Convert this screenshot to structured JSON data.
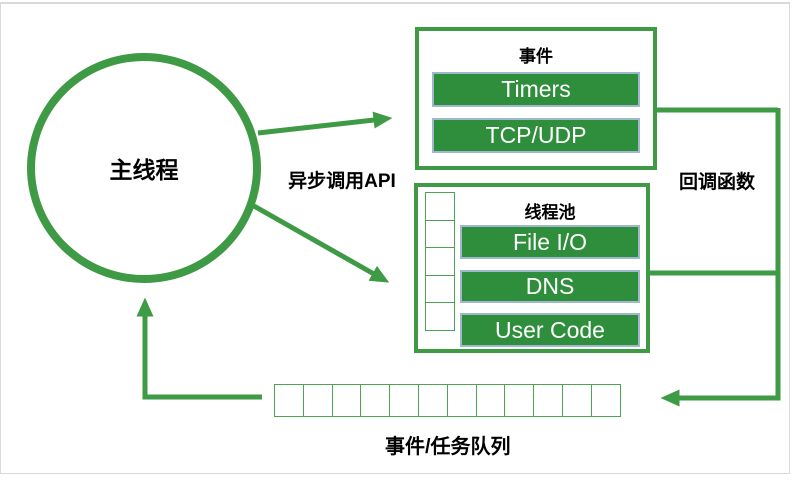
{
  "colors": {
    "line_green": "#3E9A44",
    "bar_green": "#2F8E3B",
    "bar_border": "#9FB8CC",
    "cell_border": "#4DA353",
    "frame_gray": "#D9D9D9",
    "text_black": "#000000",
    "bar_text": "#FFFFFF"
  },
  "main_thread": {
    "label": "主线程"
  },
  "labels": {
    "async_api": "异步调用API",
    "callback": "回调函数"
  },
  "events_box": {
    "title": "事件",
    "bars": [
      "Timers",
      "TCP/UDP"
    ]
  },
  "thread_pool_box": {
    "title": "线程池",
    "bars": [
      "File I/O",
      "DNS",
      "User Code"
    ],
    "slot_count": 5
  },
  "queue": {
    "label": "事件/任务队列",
    "cell_count": 12
  }
}
